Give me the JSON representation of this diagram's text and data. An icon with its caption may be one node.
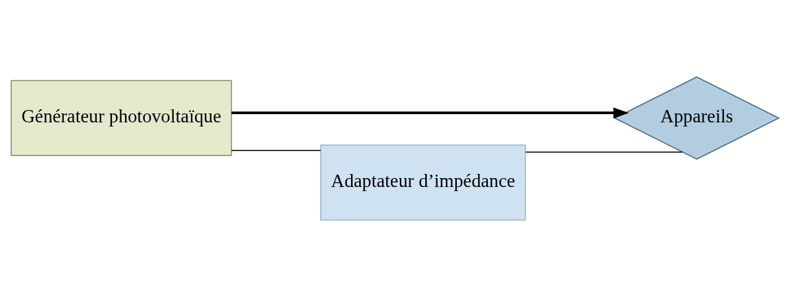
{
  "diagram": {
    "nodes": [
      {
        "text": [
          "Générateur photovoltaïque"
        ]
      },
      {
        "text": [
          "Appareils"
        ]
      },
      {
        "text": [
          "Adaptateur d’impédance"
        ]
      }
    ],
    "edges": [
      {
        "from": 0,
        "to": 1,
        "arrow": "to",
        "style": "thick"
      },
      {
        "from": 0,
        "to": 2,
        "arrow": "none"
      },
      {
        "from": 2,
        "to": 1,
        "arrow": "none"
      }
    ]
  }
}
